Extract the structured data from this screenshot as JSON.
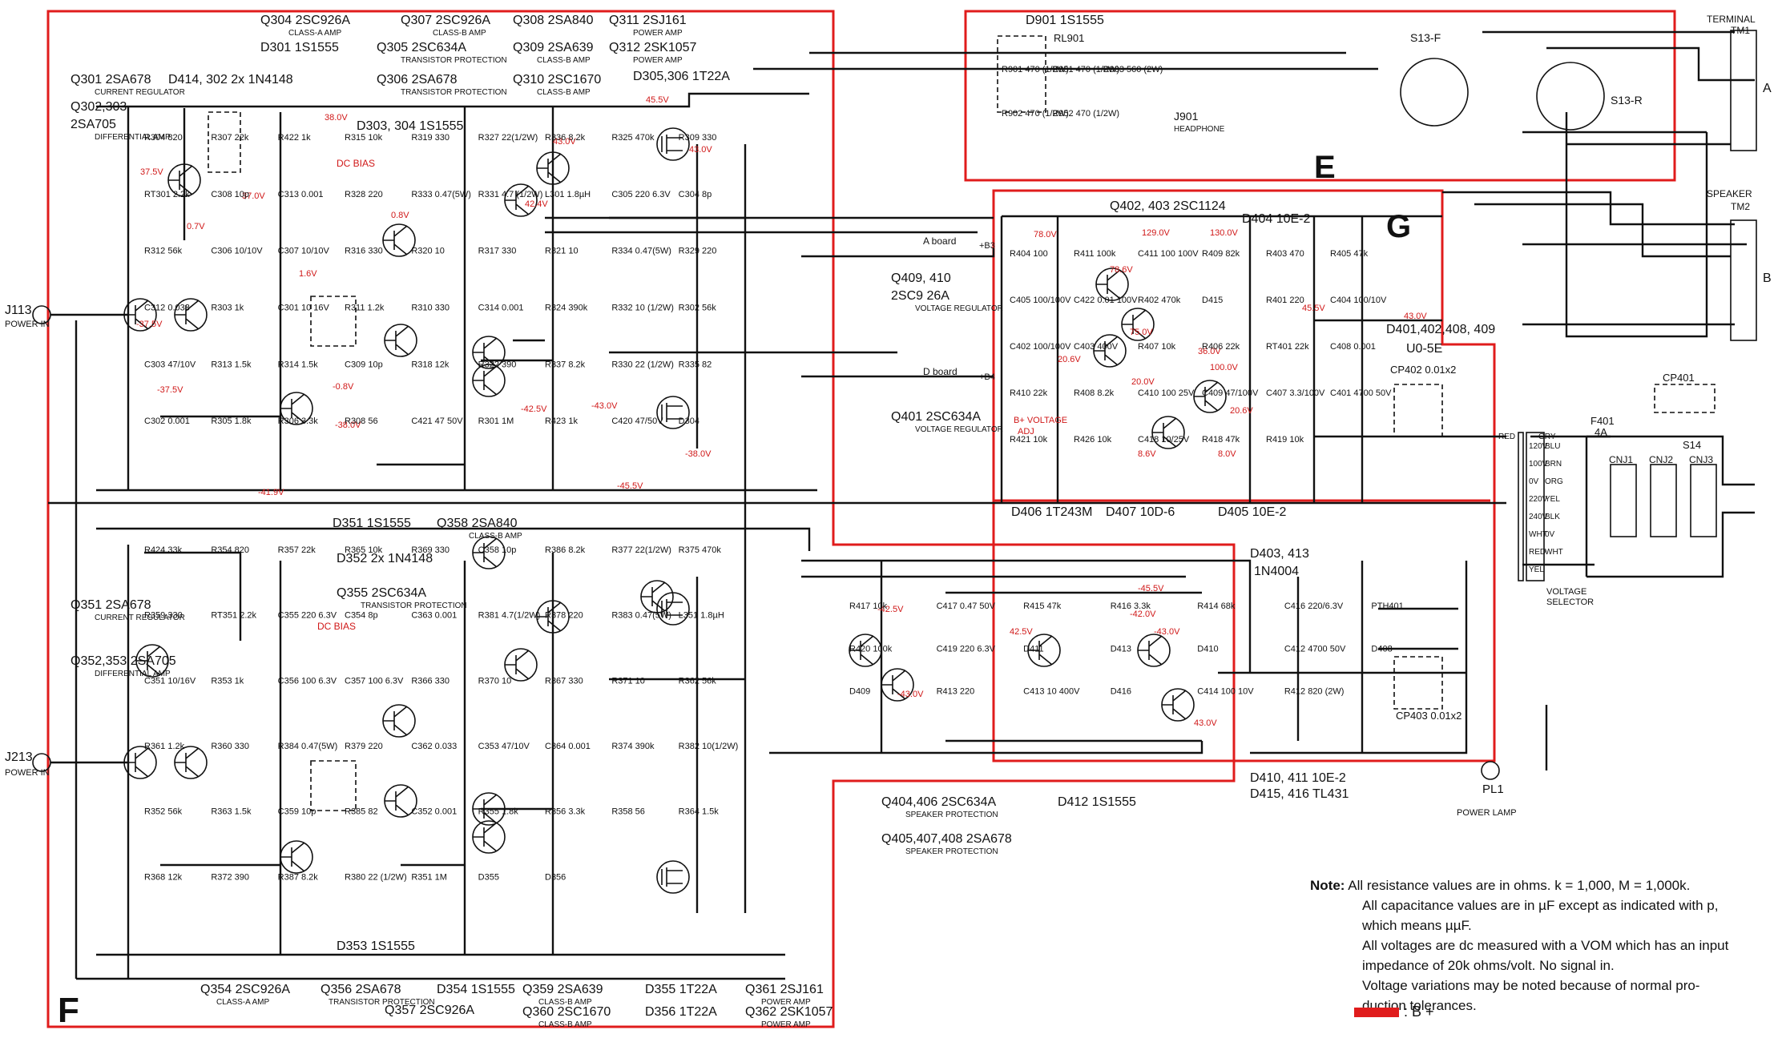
{
  "sections": {
    "F": "F",
    "E": "E",
    "G": "G"
  },
  "top_block_labels": [
    {
      "t": "Q304  2SC926A",
      "sub": "CLASS-A AMP"
    },
    {
      "t": "Q307  2SC926A",
      "sub": "CLASS-B AMP"
    },
    {
      "t": "Q308  2SA840",
      "sub": ""
    },
    {
      "t": "Q311  2SJ161",
      "sub": "POWER AMP"
    },
    {
      "t": "D301  1S1555",
      "sub": ""
    },
    {
      "t": "Q305  2SC634A",
      "sub": "TRANSISTOR PROTECTION"
    },
    {
      "t": "Q309  2SA639",
      "sub": "CLASS-B AMP"
    },
    {
      "t": "Q312  2SK1057",
      "sub": "POWER AMP"
    },
    {
      "t": "Q301  2SA678",
      "sub": "CURRENT REGULATOR"
    },
    {
      "t": "D414, 302  2x 1N4148",
      "sub": ""
    },
    {
      "t": "Q306  2SA678",
      "sub": "TRANSISTOR PROTECTION"
    },
    {
      "t": "Q310  2SC1670",
      "sub": "CLASS-B AMP"
    },
    {
      "t": "D305,306  1T22A",
      "sub": ""
    },
    {
      "t": "Q302,303",
      "sub": ""
    },
    {
      "t": "2SA705",
      "sub": "DIFFERENTIAL AMP"
    },
    {
      "t": "D303, 304  1S1555",
      "sub": ""
    }
  ],
  "bottom_block_labels": [
    {
      "t": "D351  1S1555",
      "sub": ""
    },
    {
      "t": "Q358  2SA840",
      "sub": "CLASS-B AMP"
    },
    {
      "t": "D352  2x 1N4148",
      "sub": ""
    },
    {
      "t": "Q351  2SA678",
      "sub": "CURRENT REGULATOR"
    },
    {
      "t": "Q355  2SC634A",
      "sub": "TRANSISTOR PROTECTION"
    },
    {
      "t": "Q352,353  2SA705",
      "sub": "DIFFERENTIAL AMP"
    },
    {
      "t": "D353  1S1555",
      "sub": ""
    },
    {
      "t": "Q354  2SC926A",
      "sub": "CLASS-A AMP"
    },
    {
      "t": "Q356  2SA678",
      "sub": "TRANSISTOR PROTECTION"
    },
    {
      "t": "D354  1S1555",
      "sub": ""
    },
    {
      "t": "Q359  2SA639",
      "sub": "CLASS-B AMP"
    },
    {
      "t": "D355  1T22A",
      "sub": ""
    },
    {
      "t": "Q361  2SJ161",
      "sub": "POWER AMP"
    },
    {
      "t": "Q357  2SC926A",
      "sub": ""
    },
    {
      "t": "Q360  2SC1670",
      "sub": "CLASS-B AMP"
    },
    {
      "t": "D356  1T22A",
      "sub": ""
    },
    {
      "t": "Q362  2SK1057",
      "sub": "POWER AMP"
    }
  ],
  "power_labels": [
    {
      "t": "D901  1S1555",
      "sub": ""
    },
    {
      "t": "Q402, 403  2SC1124",
      "sub": ""
    },
    {
      "t": "D404  10E-2",
      "sub": ""
    },
    {
      "t": "Q409, 410",
      "sub": ""
    },
    {
      "t": "2SC9 26A",
      "sub": "VOLTAGE REGULATOR"
    },
    {
      "t": "Q401  2SC634A",
      "sub": "VOLTAGE REGULATOR"
    },
    {
      "t": "D401,402,408, 409",
      "sub": ""
    },
    {
      "t": "U0-5E",
      "sub": ""
    },
    {
      "t": "D406  1T243M",
      "sub": ""
    },
    {
      "t": "D407  10D-6",
      "sub": ""
    },
    {
      "t": "D405  10E-2",
      "sub": ""
    },
    {
      "t": "D403, 413",
      "sub": ""
    },
    {
      "t": "1N4004",
      "sub": ""
    },
    {
      "t": "Q404,406  2SC634A",
      "sub": "SPEAKER PROTECTION"
    },
    {
      "t": "D412  1S1555",
      "sub": ""
    },
    {
      "t": "Q405,407,408  2SA678",
      "sub": "SPEAKER PROTECTION"
    },
    {
      "t": "D410, 411  10E-2",
      "sub": ""
    },
    {
      "t": "D415, 416  TL431",
      "sub": ""
    }
  ],
  "connectors": {
    "j113": "J113",
    "j113_sub": "POWER IN",
    "j213": "J213",
    "j213_sub": "POWER IN",
    "j901": "J901",
    "j901_sub": "HEADPHONE",
    "terminal": "TERMINAL",
    "tm1": "TM1",
    "speaker": "SPEAKER",
    "tm2": "TM2",
    "a_label": "A",
    "b_label": "B",
    "s13f": "S13-F",
    "s13r": "S13-R",
    "rl901": "RL901",
    "pl1": "PL1",
    "power_lamp": "POWER LAMP",
    "voltage_selector": "VOLTAGE",
    "voltage_selector2": "SELECTOR",
    "f401": "F401",
    "f401_val": "4A",
    "cp401": "CP401",
    "s14": "S14",
    "cnj1": "CNJ1",
    "cnj2": "CNJ2",
    "cnj3": "CNJ3",
    "a_board": "A board",
    "d_board": "D board",
    "b3": "+B3",
    "b4": "+B4",
    "bplus_adj1": "B+ VOLTAGE",
    "bplus_adj2": "ADJ",
    "dc_bias_top": "DC BIAS",
    "dc_bias_bot": "DC BIAS",
    "cp402": "CP402  0.01x2",
    "cp403": "CP403  0.01x2"
  },
  "voltages_top": [
    "38.0V",
    "45.5V",
    "43.0V",
    "37.5V",
    "37.0V",
    "0.7V",
    "0.8V",
    "42.4V",
    "43.0V",
    "1.6V",
    "-37.5V",
    "-0.8V",
    "-37.5V",
    "-38.0V",
    "-41.9V",
    "-42.5V",
    "-43.0V",
    "-38.0V",
    "-45.5V"
  ],
  "voltages_power": [
    "78.0V",
    "129.0V",
    "130.0V",
    "78.6V",
    "75.0V",
    "20.6V",
    "20.0V",
    "36.0V",
    "100.0V",
    "45.5V",
    "43.0V",
    "20.6V",
    "8.6V",
    "8.0V",
    "-42.5V",
    "-43.0V",
    "42.5V",
    "-45.5V",
    "-42.0V",
    "-43.0V",
    "43.0V"
  ],
  "components_top": [
    "R304  820",
    "R307  22k",
    "R422  1k",
    "R315  10k",
    "R319  330",
    "R327  22(1/2W)",
    "R336  8.2k",
    "R325  470k",
    "R309  330",
    "RT301  2.2k",
    "C308  10p",
    "C313  0.001",
    "R328  220",
    "R333  0.47(5W)",
    "R331  4.7 (1/2W)",
    "L301  1.8µH",
    "C305  220  6.3V",
    "C304  8p",
    "R312  56k",
    "C306  10/10V",
    "C307  10/10V",
    "R316  330",
    "R320  10",
    "R317  330",
    "R321  10",
    "R334  0.47(5W)",
    "R329  220",
    "C312  0.033",
    "R303  1k",
    "C301  10  16V",
    "R311  1.2k",
    "R310  330",
    "C314  0.001",
    "R324  390k",
    "R332  10 (1/2W)",
    "R302  56k",
    "C303  47/10V",
    "R313  1.5k",
    "R314  1.5k",
    "C309  10p",
    "R318  12k",
    "R322  390",
    "R337  8.2k",
    "R330  22 (1/2W)",
    "R335  82",
    "C302  0.001",
    "R305  1.8k",
    "R306  3.3k",
    "R308  56",
    "C421  47  50V",
    "R301  1M",
    "R423  1k",
    "C420  47/50V",
    "D304"
  ],
  "components_bottom": [
    "R424  33k",
    "R354  820",
    "R357  22k",
    "R365  10k",
    "R369  330",
    "C358  10p",
    "R386  8.2k",
    "R377  22(1/2W)",
    "R375  470k",
    "R359  330",
    "RT351  2.2k",
    "C355  220  6.3V",
    "C354  8p",
    "C363  0.001",
    "R381  4.7(1/2W)",
    "R378  220",
    "R383  0.47(5W)",
    "L351  1.8µH",
    "C351  10/16V",
    "R353  1k",
    "C356  100  6.3V",
    "C357  100  6.3V",
    "R366  330",
    "R370  10",
    "R367  330",
    "R371  10",
    "R362  56k",
    "R361  1.2k",
    "R360  330",
    "R384  0.47(5W)",
    "R379  220",
    "C362  0.033",
    "C353  47/10V",
    "C364  0.001",
    "R374  390k",
    "R382  10(1/2W)",
    "R352  56k",
    "R363  1.5k",
    "C359  10p",
    "R385  82",
    "C352  0.001",
    "R355  1.8k",
    "R356  3.3k",
    "R358  56",
    "R364  1.5k",
    "R368  12k",
    "R372  390",
    "R387  8.2k",
    "R380  22 (1/2W)",
    "R351  1M",
    "D355",
    "D356"
  ],
  "components_power": [
    "R901  470 (1/2W)",
    "R951  470 (1/2W)",
    "R903  560 (2W)",
    "R902  470 (1/2W)",
    "R952  470 (1/2W)",
    "R404  100",
    "R411  100k",
    "C411  100  100V",
    "R409  82k",
    "R403  470",
    "R405  47k",
    "C405  100/100V",
    "C422  0.01  100V",
    "R402  470k",
    "D415",
    "R401  220",
    "C404  100/10V",
    "C402  100/100V",
    "C403  400V",
    "R407  10k",
    "R406  22k",
    "RT401  22k",
    "C408  0.001",
    "R410  22k",
    "R408  8.2k",
    "C410  100  25V",
    "C409  47/100V",
    "C407  3.3/100V",
    "C401  4700  50V",
    "R421  10k",
    "R426  10k",
    "C418  10/25V",
    "R418  47k",
    "R419  10k",
    "R417  10k",
    "C417  0.47  50V",
    "R415  47k",
    "R416  3.3k",
    "R414  68k",
    "C416  220/6.3V",
    "PTH401",
    "R420  100k",
    "C419  220  6.3V",
    "D411",
    "D413",
    "D410",
    "C412  4700  50V",
    "D408",
    "D409",
    "R413  220",
    "C413  10  400V",
    "D416",
    "C414  100  10V",
    "R412  820  (2W)"
  ],
  "transformer_taps": [
    "RED",
    "GRY",
    "120V",
    "BLU",
    "100V",
    "BRN",
    "0V",
    "ORG",
    "220V",
    "YEL",
    "240V",
    "BLK",
    "WHT",
    "0V",
    "RED",
    "WHT",
    "YEL"
  ],
  "note": {
    "heading": "Note:",
    "lines": [
      "All resistance values are in ohms.  k = 1,000,  M = 1,000k.",
      "All capacitance values are in µF except as indicated with p,",
      "which means µµF.",
      "All voltages are dc measured with a VOM which has an input",
      "impedance of 20k ohms/volt.  No signal in.",
      "Voltage variations may be noted because of normal pro-",
      "duction tolerances."
    ],
    "legend": ": B +"
  },
  "colors": {
    "bplus": "#e01c1c",
    "ink": "#111111",
    "voltage": "#d01818"
  }
}
